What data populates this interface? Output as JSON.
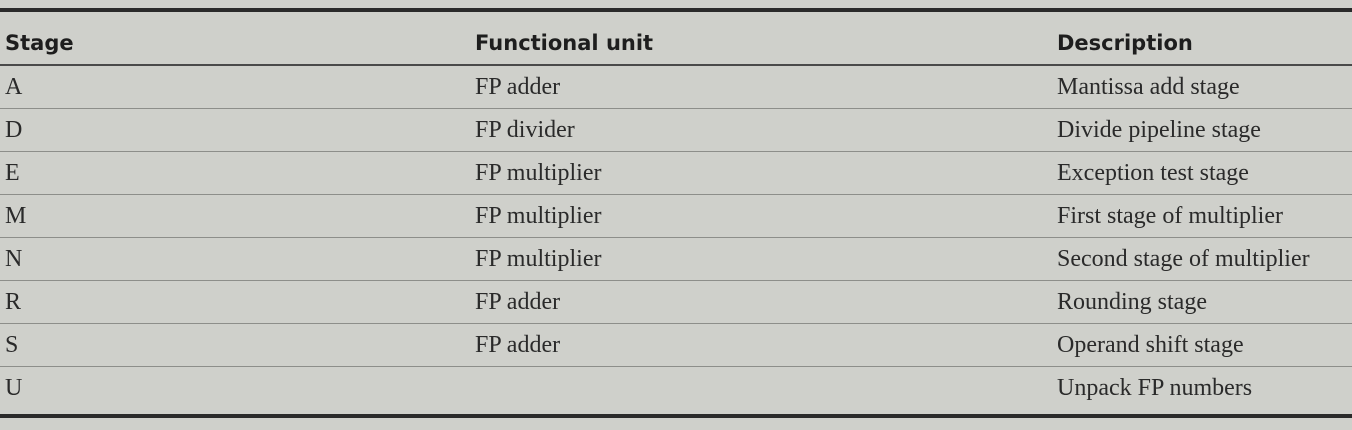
{
  "table": {
    "headers": [
      "Stage",
      "Functional unit",
      "Description"
    ],
    "rows": [
      [
        "A",
        "FP adder",
        "Mantissa add stage"
      ],
      [
        "D",
        "FP divider",
        "Divide pipeline stage"
      ],
      [
        "E",
        "FP multiplier",
        "Exception test stage"
      ],
      [
        "M",
        "FP multiplier",
        "First stage of multiplier"
      ],
      [
        "N",
        "FP multiplier",
        "Second stage of multiplier"
      ],
      [
        "R",
        "FP adder",
        "Rounding stage"
      ],
      [
        "S",
        "FP adder",
        "Operand shift stage"
      ],
      [
        "U",
        "",
        "Unpack FP numbers"
      ]
    ]
  }
}
